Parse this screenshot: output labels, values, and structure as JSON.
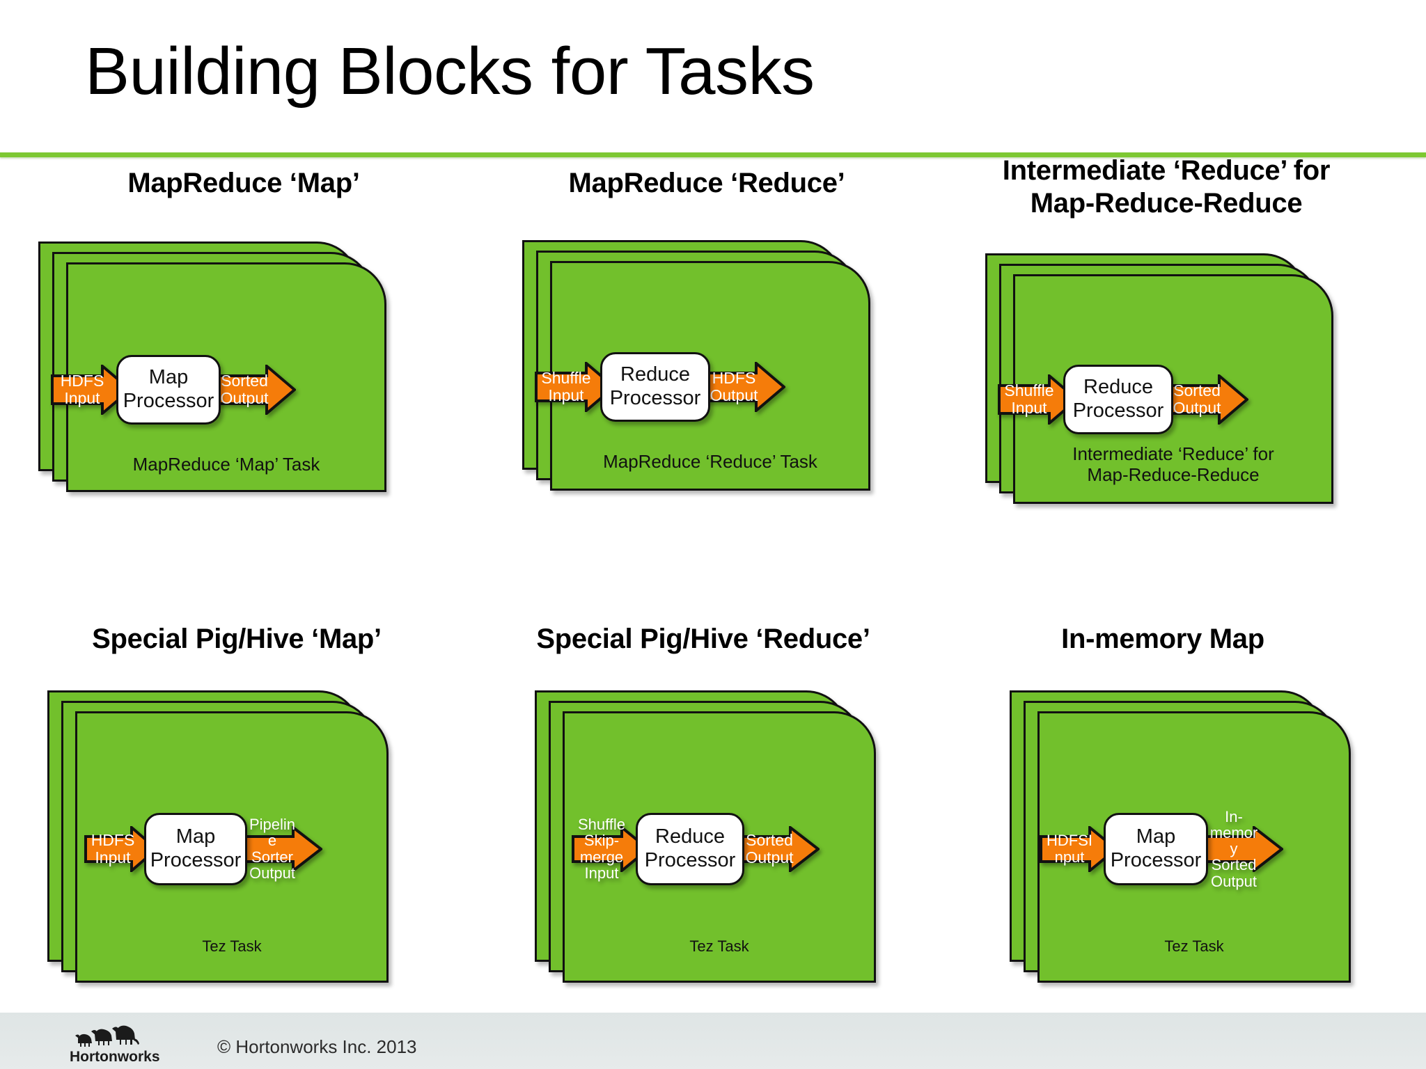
{
  "slide": {
    "title": "Building Blocks for Tasks",
    "accent_green": "#7dc832",
    "card_green": "#72c02c",
    "arrow_orange": "#f57c0a",
    "footer_band": "#e2e7e7"
  },
  "panels": [
    {
      "id": "mapreduce-map",
      "heading": "MapReduce ‘Map’",
      "input_arrow": "HDFS\nInput",
      "processor": "Map\nProcessor",
      "output_arrow": "Sorted\nOutput",
      "task_label": "MapReduce ‘Map’ Task"
    },
    {
      "id": "mapreduce-reduce",
      "heading": "MapReduce ‘Reduce’",
      "input_arrow": "Shuffle\nInput",
      "processor": "Reduce\nProcessor",
      "output_arrow": "HDFS\nOutput",
      "task_label": "MapReduce ‘Reduce’ Task"
    },
    {
      "id": "intermediate-reduce",
      "heading": "Intermediate ‘Reduce’ for\nMap-Reduce-Reduce",
      "input_arrow": "Shuffle\nInput",
      "processor": "Reduce\nProcessor",
      "output_arrow": "Sorted\nOutput",
      "task_label": "Intermediate ‘Reduce’ for\nMap-Reduce-Reduce"
    },
    {
      "id": "special-pig-hive-map",
      "heading": "Special Pig/Hive ‘Map’",
      "input_arrow": "HDFS\nInput",
      "processor": "Map\nProcessor",
      "output_arrow": "Pipelin\ne\nSorter\nOutput",
      "task_label": "Tez Task"
    },
    {
      "id": "special-pig-hive-reduce",
      "heading": "Special Pig/Hive ‘Reduce’",
      "input_arrow": "Shuffle\nSkip-\nmerge\nInput",
      "processor": "Reduce\nProcessor",
      "output_arrow": "Sorted\nOutput",
      "task_label": "Tez Task"
    },
    {
      "id": "in-memory-map",
      "heading": "In-memory Map",
      "input_arrow": "HDFSI\nnput",
      "processor": "Map\nProcessor",
      "output_arrow": "In-\nmemor\ny\nSorted\nOutput",
      "task_label": "Tez Task"
    }
  ],
  "footer": {
    "brand": "Hortonworks",
    "copyright": "© Hortonworks Inc. 2013"
  }
}
